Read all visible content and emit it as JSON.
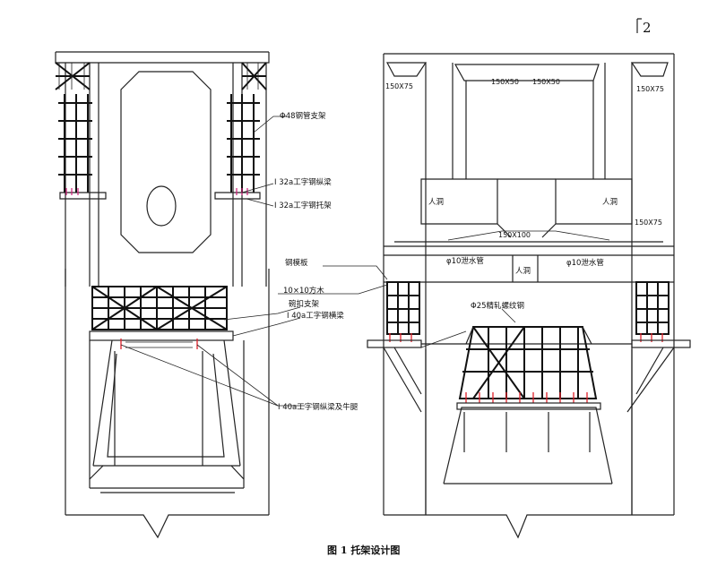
{
  "page_number": "2",
  "caption": "图 1  托架设计图",
  "left_view": {
    "labels": {
      "pipe_support": "Φ48钢管支架",
      "i32_long": "I 32a工字钢纵梁",
      "i32_bracket": "I 32a工字钢托架",
      "steel_plate": "钢模板",
      "timber": "10×10方木",
      "bowl_support": "碗扣支架",
      "i40_cross": "I 40a工字钢横梁",
      "i40_long": "I 40a工字钢纵梁及牛腿"
    }
  },
  "right_view": {
    "labels": {
      "dim_tl": "150X75",
      "dim_top_l": "150X50",
      "dim_top_r": "150X50",
      "dim_tr": "150X75",
      "manhole_l": "人洞",
      "manhole_r": "人洞",
      "dim_mid": "150X100",
      "dim_r2": "150X75",
      "drain_l": "φ10泄水管",
      "drain_r": "φ10泄水管",
      "manhole_c": "人洞",
      "rebar": "Φ25精轧螺纹钢"
    }
  },
  "colors": {
    "line": "#222222",
    "magenta": "#d0207a",
    "red": "#e0202a"
  }
}
